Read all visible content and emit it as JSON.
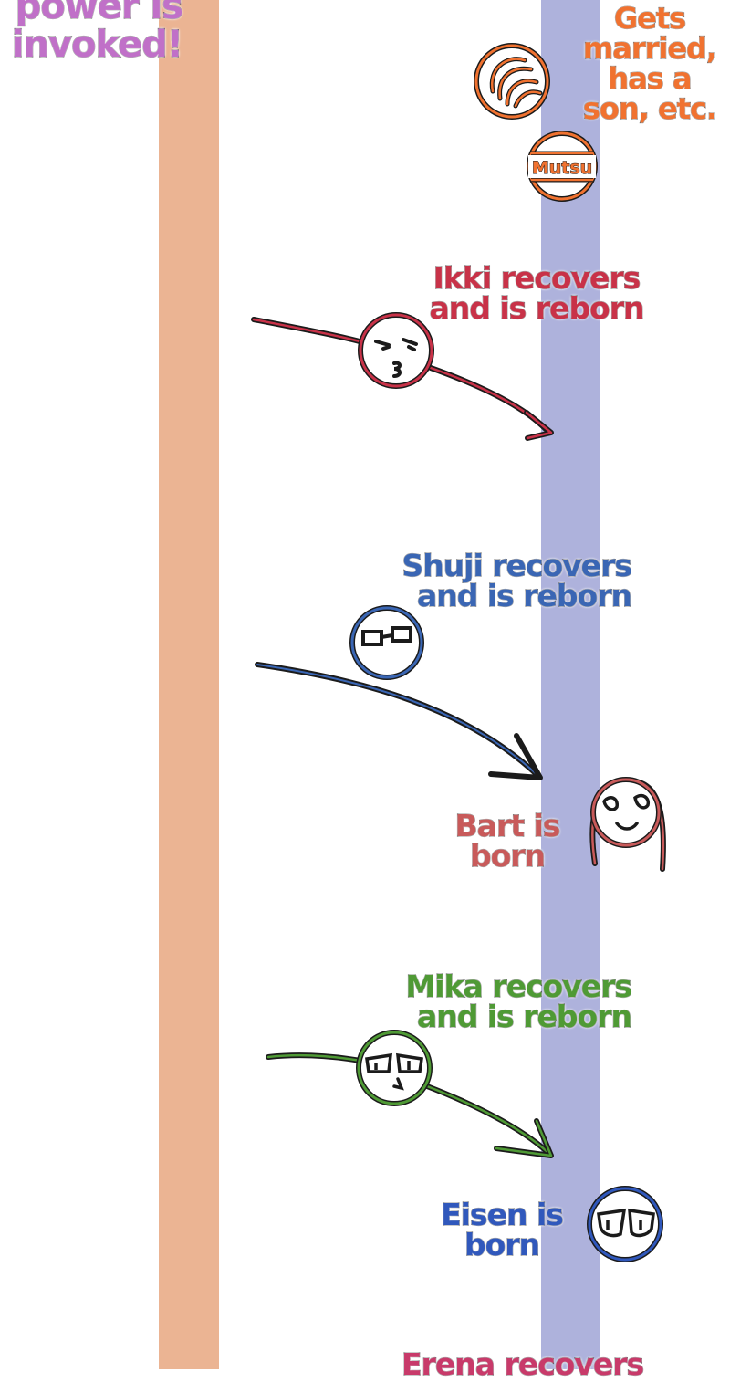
{
  "timeline": {
    "left_bar_color": "#ebb493",
    "right_bar_color": "#aeb2dc"
  },
  "labels": {
    "power": [
      "power is",
      "invoked!"
    ],
    "gets_married": [
      "Gets",
      "married,",
      "has a",
      "son, etc."
    ],
    "mutsu": "Mutsu",
    "ikki": [
      "Ikki recovers",
      "and is reborn"
    ],
    "shuji": [
      "Shuji recovers",
      "and is reborn"
    ],
    "bart": [
      "Bart is",
      "born"
    ],
    "mika": [
      "Mika recovers",
      "and is reborn"
    ],
    "eisen": [
      "Eisen is",
      "born"
    ],
    "erena": "Erena recovers"
  },
  "colors": {
    "purple": "#c070c8",
    "orange": "#f07230",
    "ikki": "#c83248",
    "shuji": "#3a66b4",
    "bart": "#c85a5a",
    "mika": "#4f9a35",
    "eisen": "#3058bc",
    "erena": "#c83a6a",
    "outline": "#1b1b1b"
  },
  "icons": {
    "bun": "bun-character-icon",
    "mutsu": "mutsu-character-icon",
    "ikki": "ikki-face-icon",
    "shuji": "shuji-face-icon",
    "bart": "bart-face-icon",
    "mika": "mika-face-icon",
    "eisen": "eisen-face-icon"
  }
}
